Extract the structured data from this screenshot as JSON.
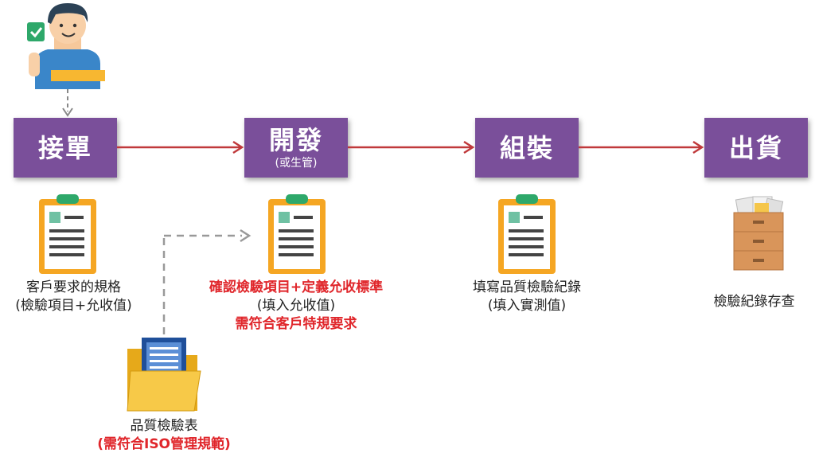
{
  "steps": [
    {
      "title": "接單",
      "sub": ""
    },
    {
      "title": "開發",
      "sub": "(或生管)"
    },
    {
      "title": "組裝",
      "sub": ""
    },
    {
      "title": "出貨",
      "sub": ""
    }
  ],
  "captions": {
    "order": [
      "客戶要求的規格",
      "(檢驗項目+允收值)"
    ],
    "develop_red1": "確認檢驗項目+定義允收標準",
    "develop_black": "(填入允收值)",
    "develop_red2": "需符合客戶特規要求",
    "assembly": [
      "填寫品質檢驗紀錄",
      "(填入實測值)"
    ],
    "ship": "檢驗紀錄存查",
    "folder": "品質檢驗表",
    "folder_red": "(需符合ISO管理規範)"
  },
  "icons": {
    "person": "customer-person-icon",
    "clipboard": "clipboard-icon",
    "drawer": "archive-drawer-icon",
    "folder": "document-folder-icon"
  },
  "colors": {
    "step_bg": "#7a4f9a",
    "arrow": "#c0393b",
    "highlight": "#e0262b",
    "clipboard": "#f5a623"
  }
}
